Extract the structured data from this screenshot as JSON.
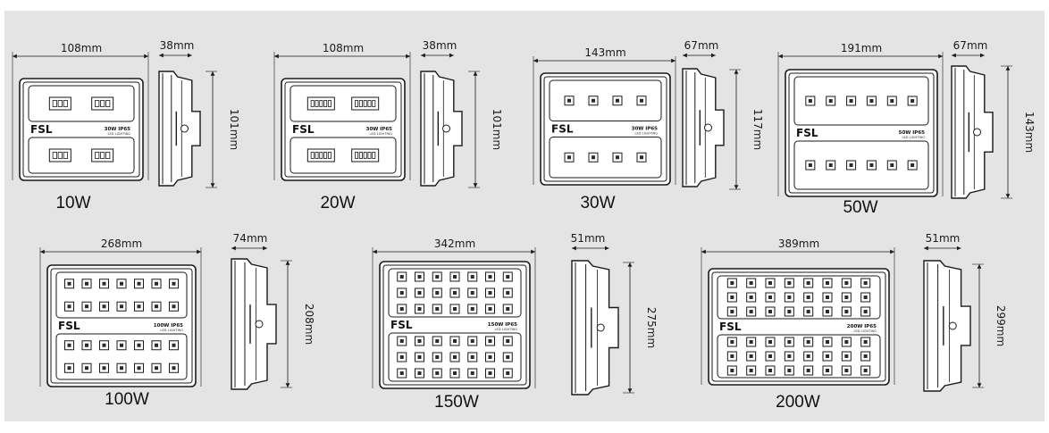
{
  "colors": {
    "background": "#e4e4e4",
    "stroke": "#1a1a1a",
    "panel": "#ffffff",
    "chip_fill": "#2a2a2a"
  },
  "brand": "FSL",
  "sublabel": "LED LIGHTING",
  "products": [
    {
      "id": "10w",
      "caption": "10W",
      "width_label": "108mm",
      "depth_label": "38mm",
      "height_label": "101mm",
      "spec": "30W IP65",
      "rows": [
        2,
        2
      ],
      "chip": "wide3"
    },
    {
      "id": "20w",
      "caption": "20W",
      "width_label": "108mm",
      "depth_label": "38mm",
      "height_label": "101mm",
      "spec": "30W IP65",
      "rows": [
        2,
        2
      ],
      "chip": "wide5"
    },
    {
      "id": "30w",
      "caption": "30W",
      "width_label": "143mm",
      "depth_label": "67mm",
      "height_label": "117mm",
      "spec": "30W IP65",
      "rows": [
        4,
        4
      ],
      "chip": "square"
    },
    {
      "id": "50w",
      "caption": "50W",
      "width_label": "191mm",
      "depth_label": "67mm",
      "height_label": "143mm",
      "spec": "50W IP65",
      "rows": [
        6,
        6
      ],
      "chip": "square"
    },
    {
      "id": "100w",
      "caption": "100W",
      "width_label": "268mm",
      "depth_label": "74mm",
      "height_label": "208mm",
      "spec": "100W IP65",
      "rows": [
        7,
        7,
        7,
        7
      ],
      "chip": "square"
    },
    {
      "id": "150w",
      "caption": "150W",
      "width_label": "342mm",
      "depth_label": "51mm",
      "height_label": "275mm",
      "spec": "150W IP65",
      "rows": [
        7,
        7,
        7,
        7,
        7,
        7
      ],
      "chip": "square"
    },
    {
      "id": "200w",
      "caption": "200W",
      "width_label": "389mm",
      "depth_label": "51mm",
      "height_label": "299mm",
      "spec": "200W IP65",
      "rows": [
        8,
        8,
        8,
        8,
        8,
        8
      ],
      "chip": "square"
    }
  ]
}
